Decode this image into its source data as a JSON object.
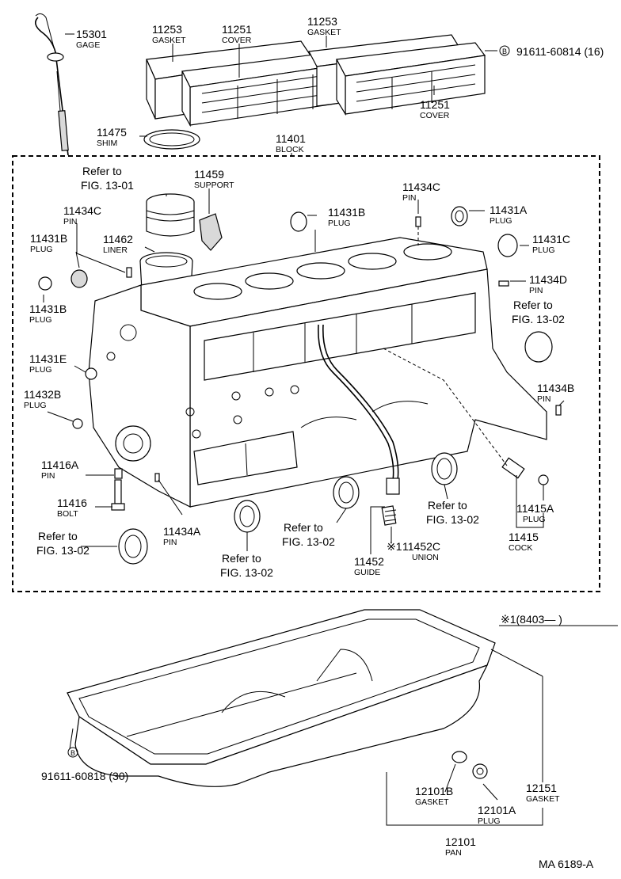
{
  "labels": {
    "gage": {
      "num": "15301",
      "name": "GAGE"
    },
    "gasket_l": {
      "num": "11253",
      "name": "GASKET"
    },
    "cover_top": {
      "num": "11251",
      "name": "COVER"
    },
    "gasket_r": {
      "num": "11253",
      "name": "GASKET"
    },
    "bolt_top": {
      "num": "91611-60814 (16)",
      "badge": "B"
    },
    "cover_bot": {
      "num": "11251",
      "name": "COVER"
    },
    "shim": {
      "num": "11475",
      "name": "SHIM"
    },
    "block": {
      "num": "11401",
      "name": "BLOCK"
    },
    "support": {
      "num": "11459",
      "name": "SUPPORT"
    },
    "pin_c_l": {
      "num": "11434C",
      "name": "PIN"
    },
    "pin_c_r": {
      "num": "11434C",
      "name": "PIN"
    },
    "plug_a": {
      "num": "11431A",
      "name": "PLUG"
    },
    "plug_b_top": {
      "num": "11431B",
      "name": "PLUG"
    },
    "plug_b_l1": {
      "num": "11431B",
      "name": "PLUG"
    },
    "liner": {
      "num": "11462",
      "name": "LINER"
    },
    "plug_c": {
      "num": "11431C",
      "name": "PLUG"
    },
    "pin_d": {
      "num": "11434D",
      "name": "PIN"
    },
    "plug_b_l2": {
      "num": "11431B",
      "name": "PLUG"
    },
    "plug_e": {
      "num": "11431E",
      "name": "PLUG"
    },
    "plug_32b": {
      "num": "11432B",
      "name": "PLUG"
    },
    "pin_b": {
      "num": "11434B",
      "name": "PIN"
    },
    "pin_16a": {
      "num": "11416A",
      "name": "PIN"
    },
    "bolt_16": {
      "num": "11416",
      "name": "BOLT"
    },
    "plug_15a": {
      "num": "11415A",
      "name": "PLUG"
    },
    "pin_34a": {
      "num": "11434A",
      "name": "PIN"
    },
    "cock": {
      "num": "11415",
      "name": "COCK"
    },
    "guide": {
      "num": "11452",
      "name": "GUIDE"
    },
    "union": {
      "num": "11452C",
      "name": "UNION",
      "mark": "※1"
    },
    "note": {
      "text": "※1(8403—        )"
    },
    "bolt_bot": {
      "num": "91611-60818 (30)",
      "badge": "B"
    },
    "gasket_2b": {
      "num": "12101B",
      "name": "GASKET"
    },
    "plug_2a": {
      "num": "12101A",
      "name": "PLUG"
    },
    "gasket_2151": {
      "num": "12151",
      "name": "GASKET"
    },
    "pan": {
      "num": "12101",
      "name": "PAN"
    },
    "code": {
      "text": "MA  6189-A"
    }
  },
  "refs": {
    "r1301": {
      "l1": "Refer to",
      "l2": "FIG. 13-01"
    },
    "r1302_r": {
      "l1": "Refer to",
      "l2": "FIG. 13-02"
    },
    "r1302_bl": {
      "l1": "Refer to",
      "l2": "FIG. 13-02"
    },
    "r1302_b1": {
      "l1": "Refer to",
      "l2": "FIG. 13-02"
    },
    "r1302_b2": {
      "l1": "Refer to",
      "l2": "FIG. 13-02"
    },
    "r1302_b3": {
      "l1": "Refer to",
      "l2": "FIG. 13-02"
    }
  }
}
